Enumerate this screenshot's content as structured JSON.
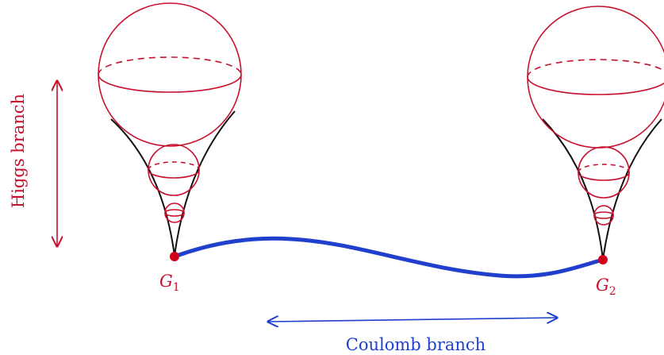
{
  "colors": {
    "sphere": "#c8102e",
    "cone": "#111111",
    "coulomb": "#1f3fcc",
    "point": "#d0021b",
    "background": "#ffffff"
  },
  "labels": {
    "higgs_branch": "Higgs branch",
    "coulomb_branch": "Coulomb branch",
    "g1_base": "G",
    "g1_sub": "1",
    "g2_base": "G",
    "g2_sub": "2"
  }
}
